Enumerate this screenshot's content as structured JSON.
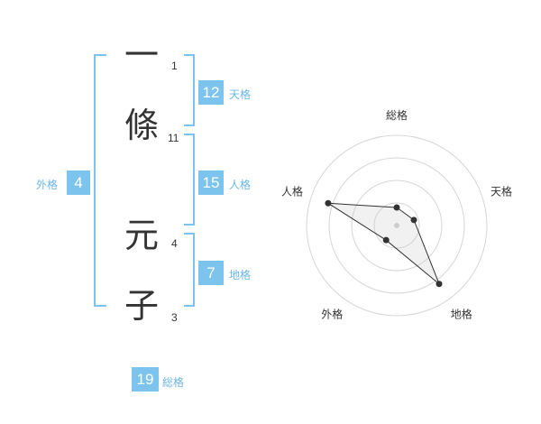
{
  "name": {
    "chars": [
      {
        "char": "一",
        "strokes": "1"
      },
      {
        "char": "條",
        "strokes": "11"
      },
      {
        "char": "元",
        "strokes": "4"
      },
      {
        "char": "子",
        "strokes": "3"
      }
    ]
  },
  "kaku": {
    "tenkaku": {
      "value": "12",
      "label": "天格"
    },
    "jinkaku": {
      "value": "15",
      "label": "人格"
    },
    "chikaku": {
      "value": "7",
      "label": "地格"
    },
    "gaikaku": {
      "value": "4",
      "label": "外格"
    },
    "soukaku": {
      "value": "19",
      "label": "総格"
    }
  },
  "colors": {
    "accent": "#7cc3ee",
    "label": "#6bb6e6",
    "text": "#333333"
  },
  "chart_data": {
    "type": "radar",
    "axes": [
      "総格",
      "天格",
      "地格",
      "外格",
      "人格"
    ],
    "values": [
      0.2,
      0.2,
      0.8,
      0.2,
      0.8
    ],
    "scale": [
      0,
      1
    ],
    "rings": 4,
    "grid": true
  }
}
